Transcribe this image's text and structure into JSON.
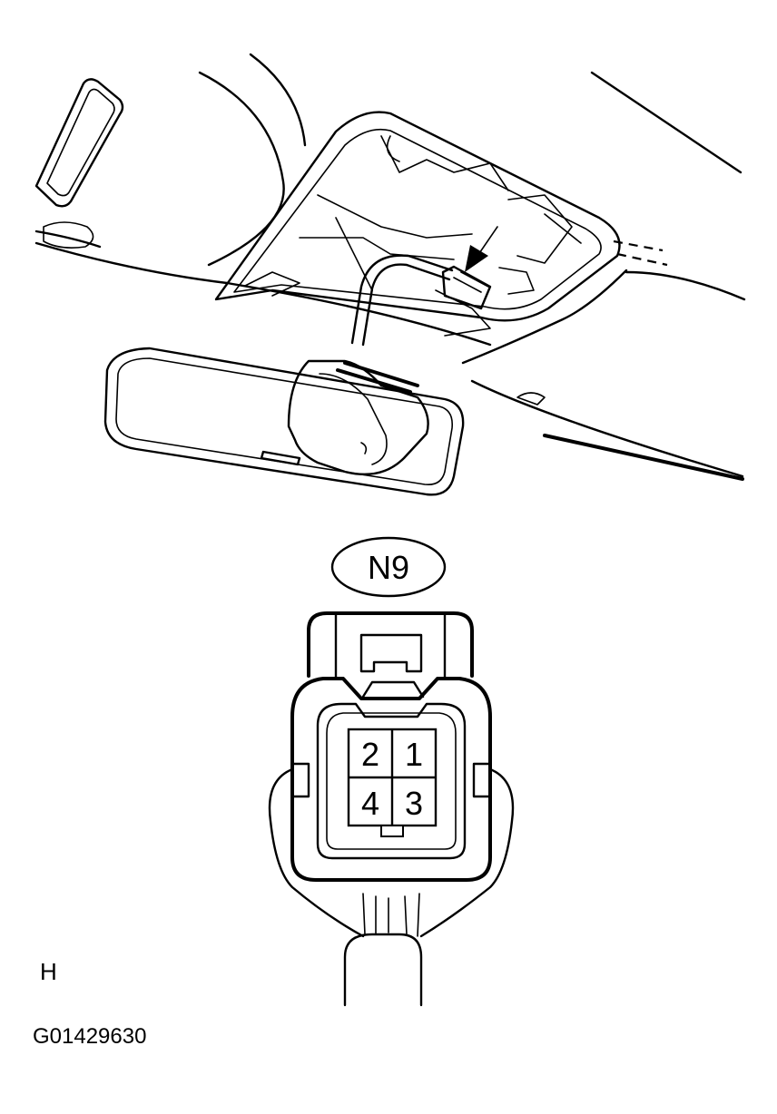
{
  "connector": {
    "label": "N9",
    "pins": [
      "2",
      "1",
      "4",
      "3"
    ]
  },
  "view_letter": "H",
  "figure_id": "G01429630"
}
